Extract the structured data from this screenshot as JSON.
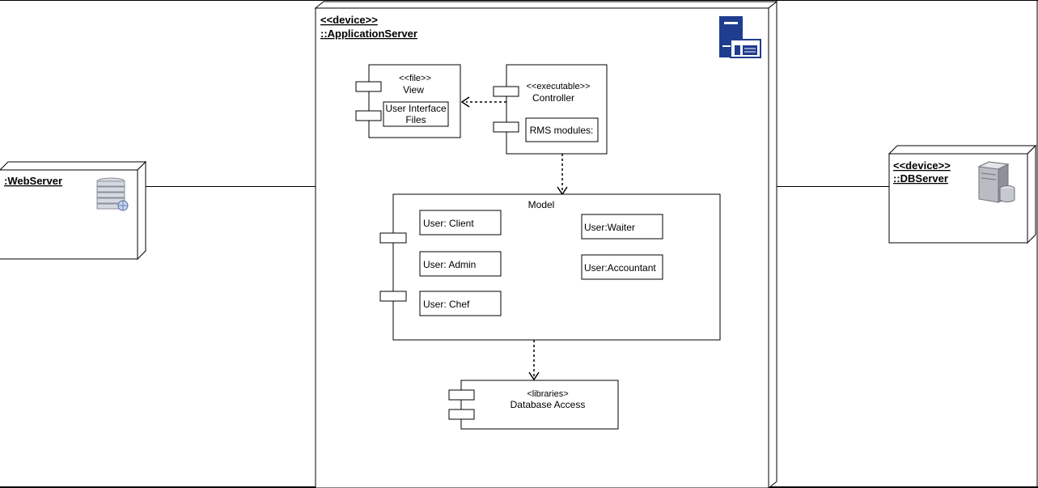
{
  "web_server": {
    "title": ":WebServer",
    "icon": "web-server-icon"
  },
  "app_server": {
    "stereotype": "<<device>>",
    "title": "::ApplicationServer",
    "icon": "server-icon"
  },
  "db_server": {
    "stereotype": "<<device>>",
    "title": "::DBServer",
    "icon": "database-server-icon"
  },
  "view": {
    "stereotype": "<<file>>",
    "name": "View",
    "inner_line1": "User Interface",
    "inner_line2": "Files"
  },
  "controller": {
    "stereotype": "<<executable>>",
    "name": "Controller",
    "inner": "RMS modules:"
  },
  "model": {
    "name": "Model",
    "users": [
      "User: Client",
      "User: Admin",
      "User: Chef",
      "User:Waiter",
      "User:Accountant"
    ]
  },
  "database_access": {
    "stereotype": "<libraries>",
    "name": "Database Access"
  },
  "colors": {
    "line": "#000000",
    "server_icon_blue": "#1f3d8f",
    "server_icon_gray": "#8a8f9a"
  }
}
